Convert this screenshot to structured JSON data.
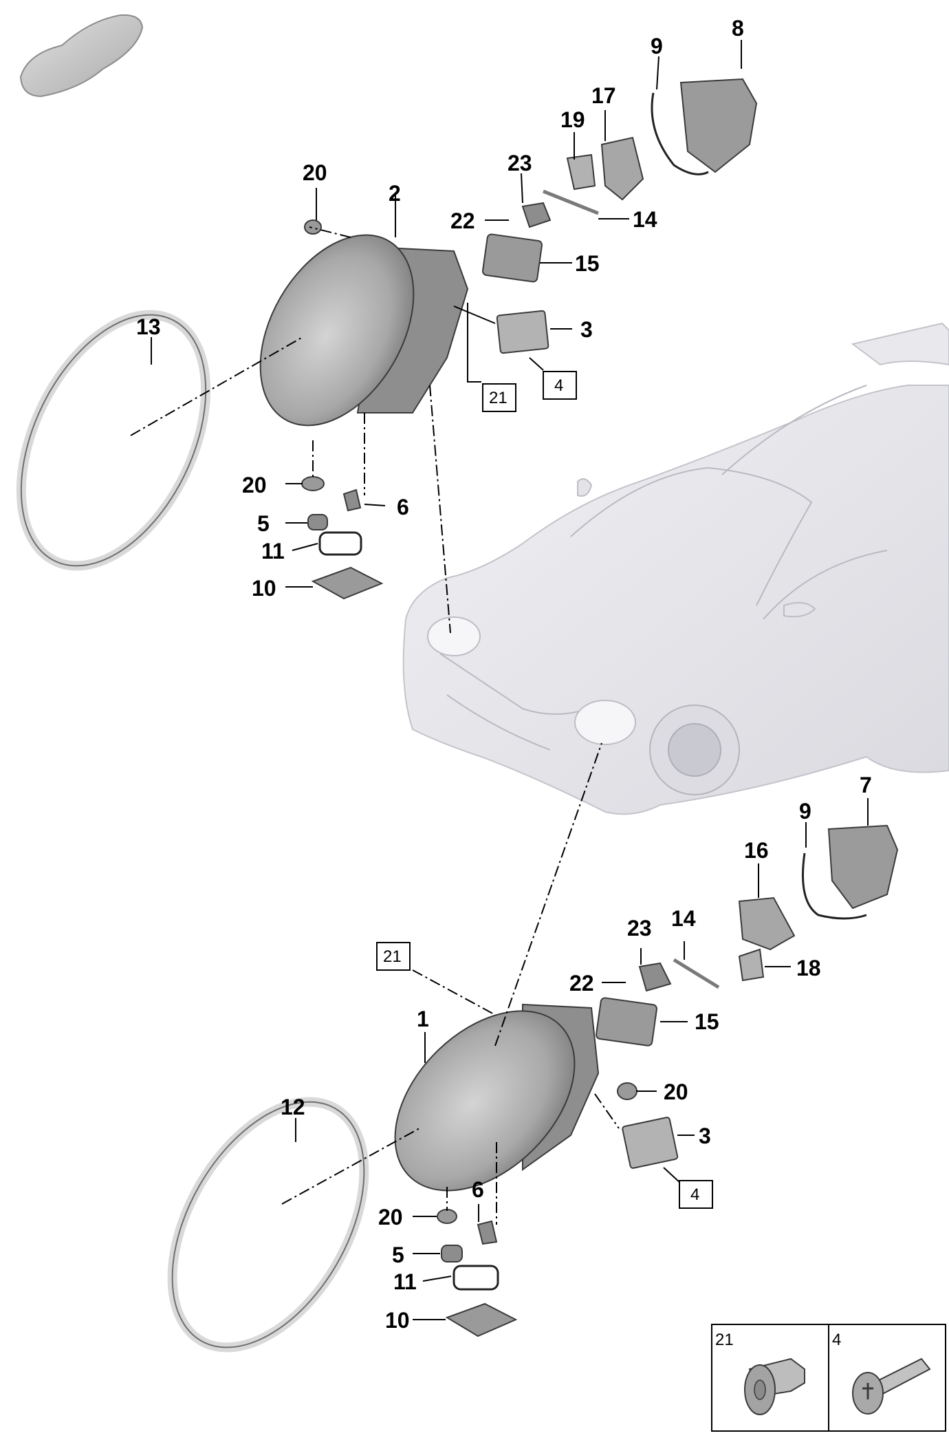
{
  "callouts": {
    "n8": "8",
    "n9_top": "9",
    "n17": "17",
    "n19": "19",
    "n23_top": "23",
    "n20_top": "20",
    "n2": "2",
    "n22_top": "22",
    "n14_top": "14",
    "n15_top": "15",
    "n3_top": "3",
    "n13": "13",
    "n21_top": "21",
    "n4_top": "4",
    "n20_mid": "20",
    "n6_top": "6",
    "n5_top": "5",
    "n11_top": "11",
    "n10_top": "10",
    "n7": "7",
    "n9_bot": "9",
    "n16": "16",
    "n14_bot": "14",
    "n23_bot": "23",
    "n18": "18",
    "n21_bot": "21",
    "n22_bot": "22",
    "n15_bot": "15",
    "n1": "1",
    "n20_bot": "20",
    "n3_bot": "3",
    "n12": "12",
    "n4_bot": "4",
    "n6_bot": "6",
    "n20_low": "20",
    "n5_bot": "5",
    "n11_bot": "11",
    "n10_bot": "10"
  },
  "legend": {
    "item_21": "21",
    "item_4": "4"
  },
  "colors": {
    "lens": "#b3b3b3",
    "housing": "#8a8a8a",
    "car_body": "#e6e6ea",
    "ring": "#dcdcdc"
  },
  "icons": {
    "thumbnail": "car-silhouette-icon"
  }
}
